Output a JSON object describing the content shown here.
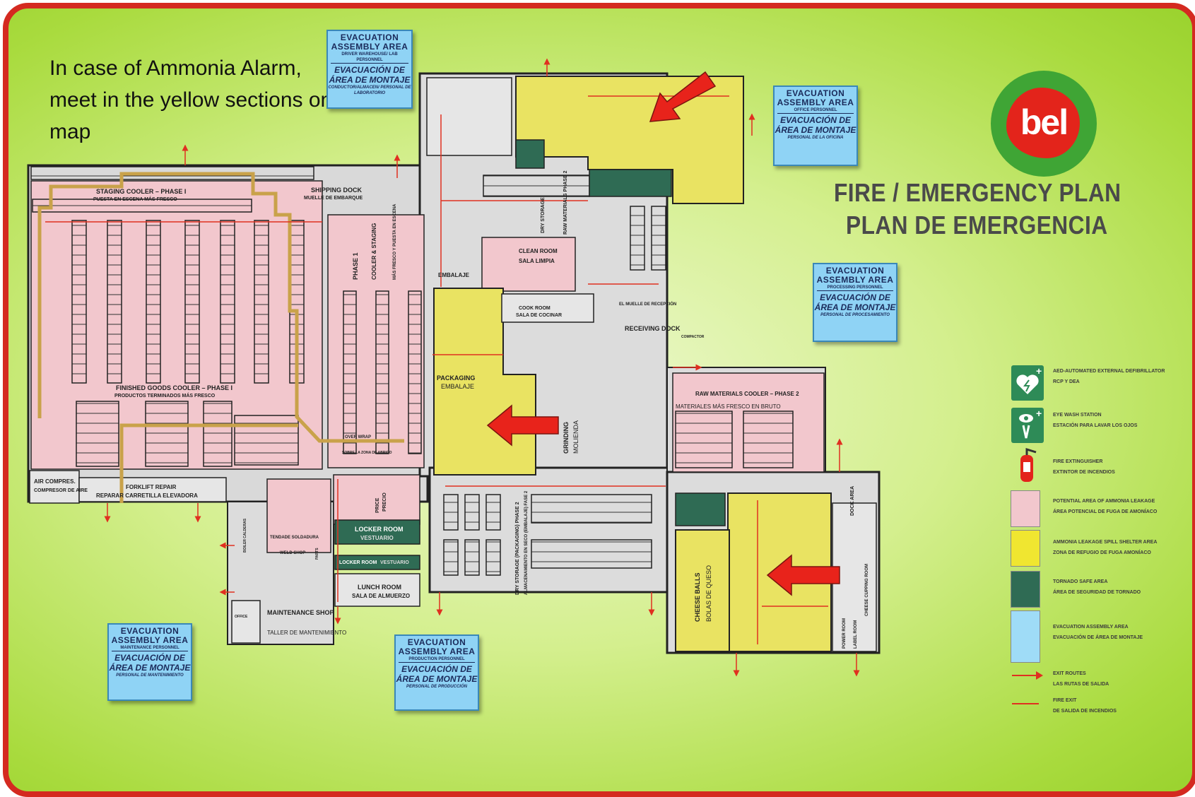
{
  "note": "In case of Ammonia Alarm, meet in the yellow sections on map",
  "logo": "bel",
  "title_en": "FIRE / EMERGENCY PLAN",
  "title_es": "PLAN DE EMERGENCIA",
  "evacuation_areas": [
    {
      "en": "EVACUATION ASSEMBLY AREA",
      "sub": "DRIVER WAREHOUSE/ LAB PERSONNEL",
      "es": "EVACUACIÓN DE ÁREA DE MONTAJE",
      "sub_es": "CONDUCTOR/ALMACEN/ PERSONAL DE LABORATORIO"
    },
    {
      "en": "EVACUATION ASSEMBLY AREA",
      "sub": "OFFICE PERSONNEL",
      "es": "EVACUACIÓN DE ÁREA DE MONTAJE",
      "sub_es": "PERSONAL DE LA OFICINA"
    },
    {
      "en": "EVACUATION ASSEMBLY AREA",
      "sub": "PROCESSING PERSONNEL",
      "es": "EVACUACIÓN DE ÁREA DE MONTAJE",
      "sub_es": "PERSONAL DE PROCESAMIENTO"
    },
    {
      "en": "EVACUATION ASSEMBLY AREA",
      "sub": "MAINTENANCE PERSONNEL",
      "es": "EVACUACIÓN DE ÁREA DE MONTAJE",
      "sub_es": "PERSONAL DE MANTENIMIENTO"
    },
    {
      "en": "EVACUATION ASSEMBLY AREA",
      "sub": "PRODUCTION PERSONNEL",
      "es": "EVACUACIÓN DE ÁREA DE MONTAJE",
      "sub_es": "PERSONAL DE PRODUCCIÓN"
    }
  ],
  "rooms": {
    "staging": "STAGING COOLER – PHASE I",
    "staging_es": "PUESTA EN ESCENA MÁS FRESCO",
    "shipping": "SHIPPING DOCK",
    "shipping_es": "MUELLE DE EMBARQUE",
    "finished": "FINISHED GOODS COOLER – PHASE I",
    "finished_es": "PRODUCTOS TERMINADOS MÁS FRESCO",
    "phase1": "PHASE 1",
    "cooler_staging": "COOLER & STAGING",
    "cooler_staging_es": "MÁS FRESCO Y PUESTA EN ESCENA",
    "clean": "CLEAN ROOM",
    "clean_es": "SALA LIMPIA",
    "embalaje_top": "EMBALAJE",
    "cook": "COOK ROOM",
    "cook_es": "SALA DE COCINAR",
    "muelle": "EL MUELLE DE RECEPCIÓN",
    "receiving": "RECEIVING DOCK",
    "compactor": "COMPACTOR",
    "dry": "DRY STORAGE",
    "raw_ph2": "RAW MATERIALS PHASE 2",
    "packaging": "PACKAGING",
    "packaging_es": "EMBALAJE",
    "grinding": "GRINDING",
    "grinding_es": "MOLIENDA",
    "raw": "RAW MATERIALS COOLER – PHASE 2",
    "raw_es": "MATERIALES MÁS FRESCO EN BRUTO",
    "overwrap": "OVER WRAP",
    "overwrap_es": "SOBRE LA ZONA DE ABRIGO",
    "air": "AIR COMPRES.",
    "air_es": "COMPRESOR DE AIRE",
    "forklift": "FORKLIFT REPAIR",
    "forklift_es": "REPARAR CARRETILLA ELEVADORA",
    "price": "PRICE",
    "price_es": "PRECIO",
    "locker": "LOCKER ROOM",
    "locker_es": "VESTUARIO",
    "locker2": "LOCKER ROOM",
    "locker2_es": "VESTUARIO",
    "lunch": "LUNCH ROOM",
    "lunch_es": "SALA DE ALMUERZO",
    "dry2": "DRY STORAGE (PACKAGING) PHASE 2",
    "dry2_es": "ALMACENAMIENTO EN SECO (EMBALAJE) FASE 2",
    "maint": "MAINTENANCE SHOP",
    "maint_es": "TALLER DE MANTENIMIENTO",
    "weld": "WELD SHOP",
    "weld_es": "TENDADE SOLDADURA",
    "cheese": "CHEESE BALLS",
    "cheese_es": "BOLAS DE QUESO",
    "dock": "DOCK AREA",
    "power": "POWER ROOM",
    "label": "LABEL ROOM",
    "cheese_cup": "CHEESE CUPPING ROOM",
    "parts": "PARTS",
    "boiler": "BOILER CALDERAS",
    "office": "OFFICE"
  },
  "legend": [
    {
      "icon": "aed-icon",
      "en": "AED-AUTOMATED EXTERNAL DEFIBRILLATOR",
      "es": "RCP Y DEA"
    },
    {
      "icon": "eye-wash-icon",
      "en": "EYE WASH STATION",
      "es": "ESTACIÓN PARA LAVAR LOS OJOS"
    },
    {
      "icon": "fire-extinguisher-icon",
      "en": "FIRE EXTINGUISHER",
      "es": "EXTINTOR DE INCENDIOS"
    },
    {
      "icon": "pink-swatch",
      "en": "POTENTIAL AREA OF AMMONIA LEAKAGE",
      "es": "ÁREA POTENCIAL DE FUGA DE AMONÍACO"
    },
    {
      "icon": "yellow-swatch",
      "en": "AMMONIA LEAKAGE SPILL SHELTER AREA",
      "es": "ZONA DE REFUGIO DE FUGA AMONÍACO"
    },
    {
      "icon": "green-swatch",
      "en": "TORNADO SAFE AREA",
      "es": "ÁREA DE SEGURIDAD DE TORNADO"
    },
    {
      "icon": "blue-swatch",
      "en": "EVACUATION ASSEMBLY AREA",
      "es": "EVACUACIÓN DE ÁREA DE MONTAJE"
    },
    {
      "icon": "exit-route-arrow",
      "en": "EXIT ROUTES",
      "es": "LAS RUTAS DE SALIDA"
    },
    {
      "icon": "fire-exit-line",
      "en": "FIRE EXIT",
      "es": "DE SALIDA DE INCENDIOS"
    }
  ],
  "colors": {
    "border": "#d42a20",
    "pink": "#f2c7cd",
    "yellow": "#e9e362",
    "green": "#2f6b54",
    "blue": "#8fd3f5",
    "route_gold": "#c9a24a",
    "exit_red": "#e03020"
  }
}
